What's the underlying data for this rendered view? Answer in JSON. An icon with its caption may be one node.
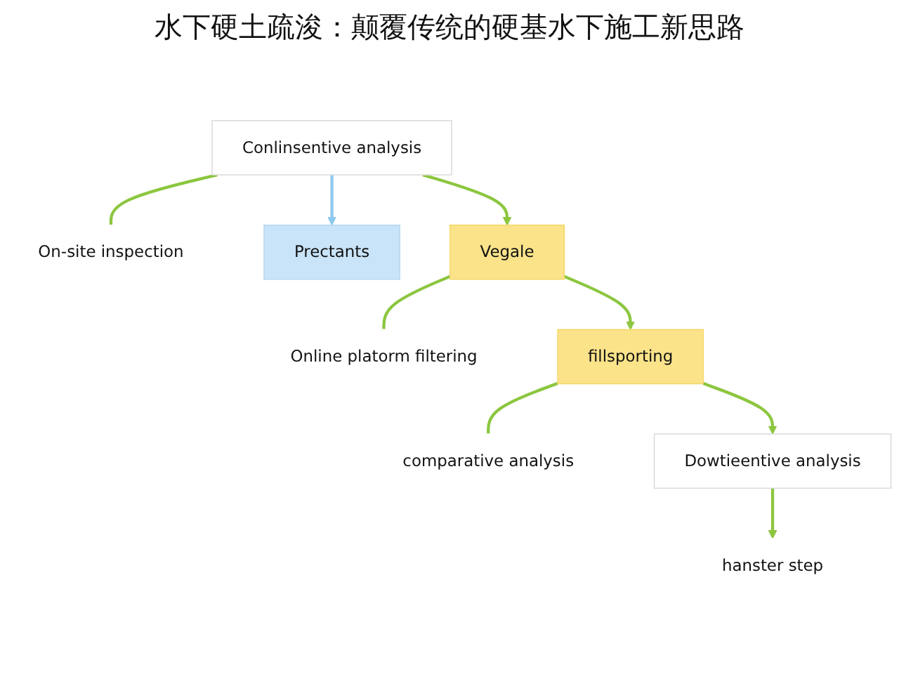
{
  "diagram": {
    "title": "水下硬土疏浚：颠覆传统的硬基水下施工新思路",
    "nodes": [
      {
        "text": [
          "On-site inspection"
        ]
      },
      {
        "text": [
          "Conlinsentive analysis"
        ]
      },
      {
        "text": [
          "Prectants"
        ]
      },
      {
        "text": [
          "Online platorm filtering"
        ]
      },
      {
        "text": [
          "Vegale"
        ]
      },
      {
        "text": [
          "comparative analysis"
        ]
      },
      {
        "text": [
          "fillsporting"
        ]
      },
      {
        "text": [
          "hanster step"
        ]
      },
      {
        "text": [
          "Dowtieentive analysis"
        ]
      }
    ],
    "edges": [
      {
        "from": 1,
        "to": 0,
        "arrow": "none"
      },
      {
        "from": 1,
        "to": 2,
        "arrow": "to",
        "color": "#8ec9ee"
      },
      {
        "from": 1,
        "to": 4,
        "arrow": "to"
      },
      {
        "from": 4,
        "to": 3,
        "arrow": "none"
      },
      {
        "from": 4,
        "to": 6,
        "arrow": "to"
      },
      {
        "from": 6,
        "to": 5,
        "arrow": "none"
      },
      {
        "from": 6,
        "to": 8,
        "arrow": "to"
      },
      {
        "from": 8,
        "to": 7,
        "arrow": "to"
      }
    ]
  }
}
